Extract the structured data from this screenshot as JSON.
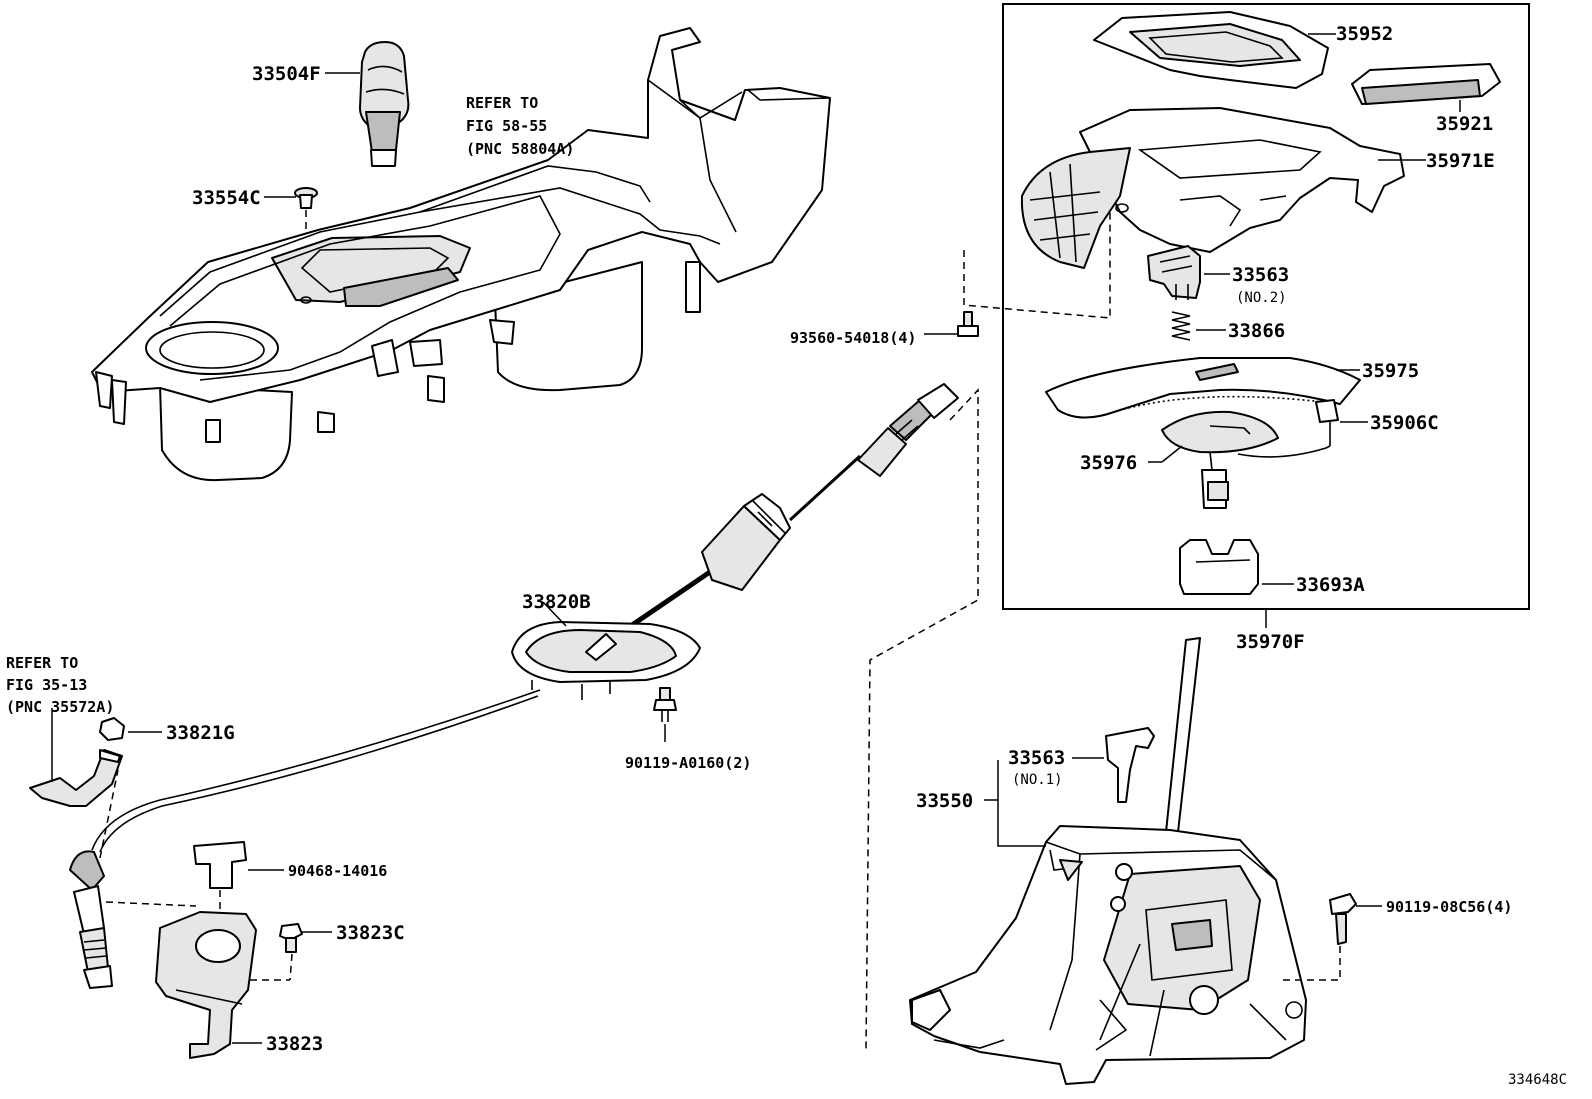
{
  "diagram": {
    "figure_code": "334648C",
    "refs": {
      "console": [
        "REFER TO",
        "FIG 58-55",
        "(PNC 58804A)"
      ],
      "cable": [
        "REFER TO",
        "FIG 35-13",
        "(PNC 35572A)"
      ]
    },
    "parts": {
      "p33504F": "33504F",
      "p33554C": "33554C",
      "p93560": "93560-54018(4)",
      "p35952": "35952",
      "p35921": "35921",
      "p35971E": "35971E",
      "p33563a": "33563",
      "p33563a_note": "(NO.2)",
      "p33866": "33866",
      "p35975": "35975",
      "p35906C": "35906C",
      "p35976": "35976",
      "p33693A": "33693A",
      "p35970F": "35970F",
      "p33820B": "33820B",
      "p90119a": "90119-A0160(2)",
      "p33821G": "33821G",
      "p90468": "90468-14016",
      "p33823C": "33823C",
      "p33823": "33823",
      "p33563b": "33563",
      "p33563b_note": "(NO.1)",
      "p33550": "33550",
      "p90119b": "90119-08C56(4)"
    }
  }
}
